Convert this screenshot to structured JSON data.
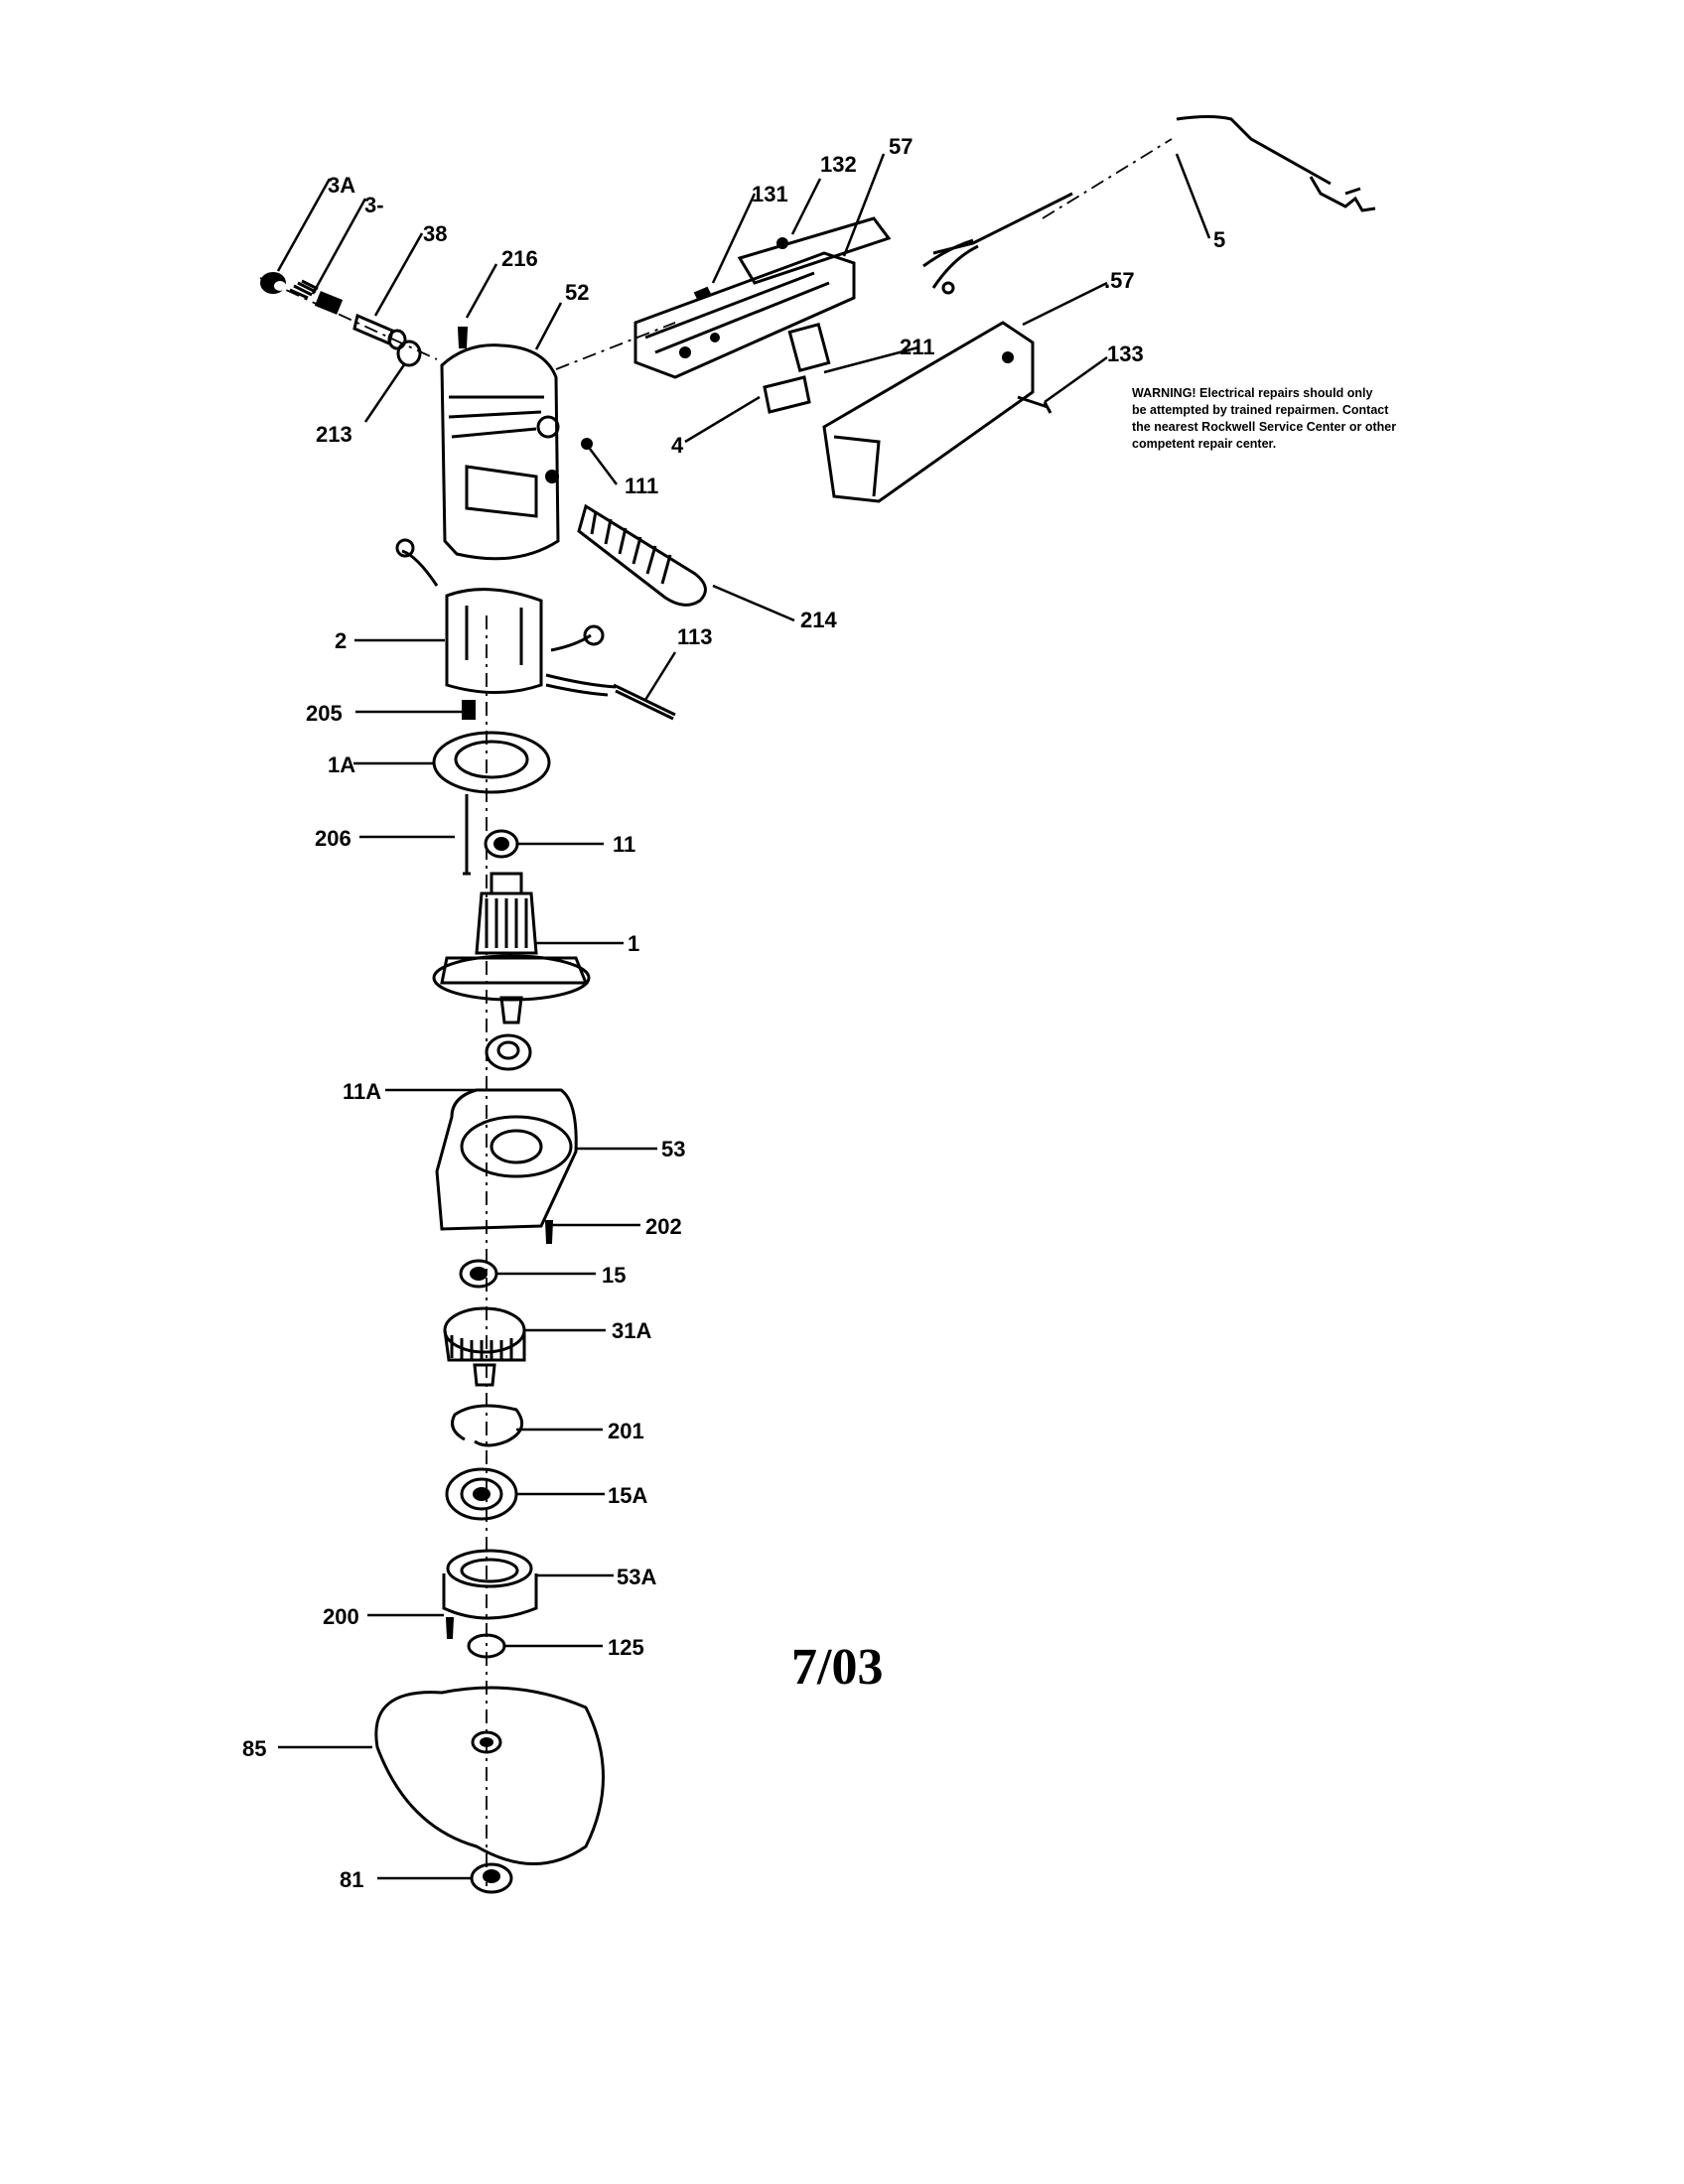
{
  "diagram": {
    "parts": [
      {
        "id": "3A",
        "label": "3A"
      },
      {
        "id": "3",
        "label": "3-"
      },
      {
        "id": "38",
        "label": "38"
      },
      {
        "id": "216",
        "label": "216"
      },
      {
        "id": "52",
        "label": "52"
      },
      {
        "id": "213",
        "label": "213"
      },
      {
        "id": "131",
        "label": "131"
      },
      {
        "id": "132",
        "label": "132"
      },
      {
        "id": "57a",
        "label": "57"
      },
      {
        "id": "5",
        "label": "5"
      },
      {
        "id": "57b",
        "label": ".57"
      },
      {
        "id": "211",
        "label": "211"
      },
      {
        "id": "133",
        "label": "133"
      },
      {
        "id": "4",
        "label": "4"
      },
      {
        "id": "111",
        "label": "111"
      },
      {
        "id": "214",
        "label": "214"
      },
      {
        "id": "2",
        "label": "2"
      },
      {
        "id": "113",
        "label": "113"
      },
      {
        "id": "205",
        "label": "205"
      },
      {
        "id": "1A",
        "label": "1A"
      },
      {
        "id": "206",
        "label": "206"
      },
      {
        "id": "11",
        "label": "11"
      },
      {
        "id": "1",
        "label": "1"
      },
      {
        "id": "11A",
        "label": "11A"
      },
      {
        "id": "53",
        "label": "53"
      },
      {
        "id": "202",
        "label": "202"
      },
      {
        "id": "15",
        "label": "15"
      },
      {
        "id": "31A",
        "label": "31A"
      },
      {
        "id": "201",
        "label": "201"
      },
      {
        "id": "15A",
        "label": "15A"
      },
      {
        "id": "53A",
        "label": "53A"
      },
      {
        "id": "200",
        "label": "200"
      },
      {
        "id": "125",
        "label": "125"
      },
      {
        "id": "85",
        "label": "85"
      },
      {
        "id": "81",
        "label": "81"
      }
    ],
    "warning": [
      "WARNING!  Electrical repairs should only",
      "be attempted by trained repairmen.  Contact",
      "the nearest Rockwell Service Center or other",
      "competent repair center."
    ],
    "date": "7/03"
  }
}
